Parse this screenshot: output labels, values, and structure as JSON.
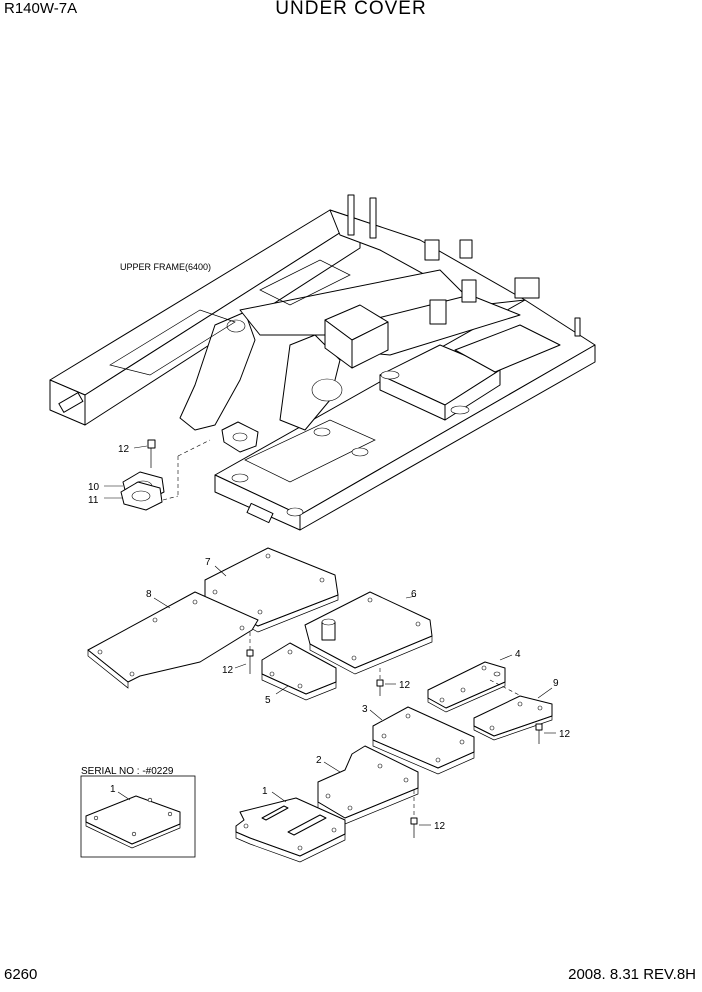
{
  "header": {
    "model": "R140W-7A",
    "title": "UNDER COVER"
  },
  "footer": {
    "page": "6260",
    "revision": "2008. 8.31  REV.8H"
  },
  "labels": {
    "upper_frame": "UPPER FRAME(6400)",
    "serial": "SERIAL NO : -#0229"
  },
  "callouts": {
    "c1": "1",
    "c1b": "1",
    "c2": "2",
    "c3": "3",
    "c4": "4",
    "c5": "5",
    "c6": "6",
    "c7": "7",
    "c8": "8",
    "c9": "9",
    "c10": "10",
    "c11": "11",
    "c12a": "12",
    "c12b": "12",
    "c12c": "12",
    "c12d": "12",
    "c12e": "12"
  }
}
